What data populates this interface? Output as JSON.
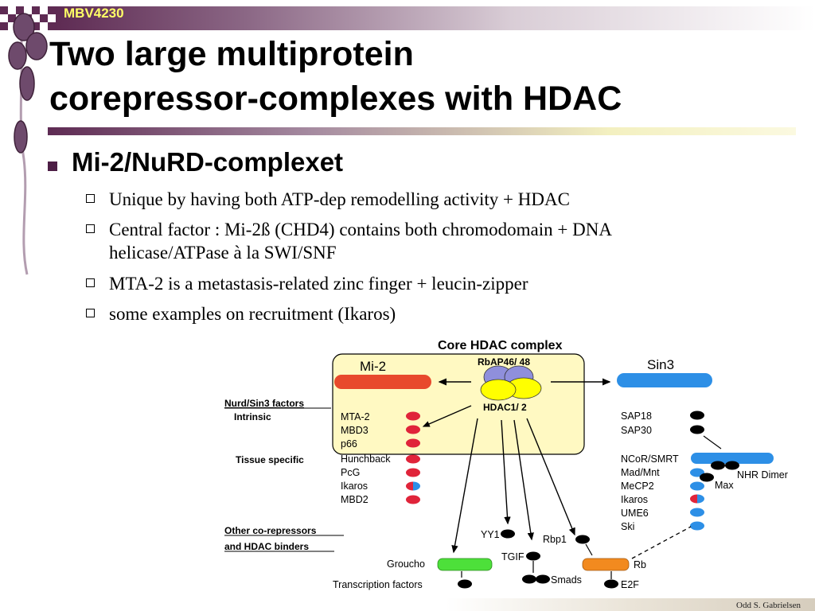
{
  "header": {
    "course_code": "MBV4230"
  },
  "slide": {
    "title_line1": "Two large multiprotein",
    "title_line2": "corepressor-complexes with HDAC",
    "bullet": "Mi-2/NuRD-complexet",
    "subbullets": [
      "Unique by having both ATP-dep remodelling activity + HDAC",
      "Central factor : Mi-2ß (CHD4) contains both chromodomain + DNA",
      "helicase/ATPase à la SWI/SNF",
      "MTA-2 is a metastasis-related zinc finger + leucin-zipper",
      "some examples on recruitment (Ikaros)"
    ]
  },
  "diagram": {
    "title": "Core  HDAC  complex",
    "mi2": "Mi-2",
    "sin3": "Sin3",
    "rbap": "RbAP46/ 48",
    "hdac": "HDAC1/ 2",
    "nurd_sin3_factors": "Nurd/Sin3   factors",
    "intrinsic": "Intrinsic",
    "tissue_specific": "Tissue   specific",
    "other_corepressors": "Other   co-repressors",
    "and_hdac_binders": "and  HDAC  binders",
    "left_factors": [
      "MTA-2",
      "MBD3",
      "p66",
      "Hunchback",
      "PcG",
      "Ikaros",
      "MBD2"
    ],
    "right_factors": [
      "SAP18",
      "SAP30",
      "NCoR/SMRT",
      "Mad/Mnt",
      "MeCP2",
      "Ikaros",
      "UME6",
      "Ski"
    ],
    "nhr_dimer": "NHR Dimer",
    "max": "Max",
    "yy1": "YY1",
    "rbp1": "Rbp1",
    "groucho": "Groucho",
    "tgif": "TGIF",
    "rb": "Rb",
    "smads": "Smads",
    "e2f": "E2F",
    "transcription_factors": "Transcription  factors"
  },
  "footer": {
    "author": "Odd S. Gabrielsen"
  },
  "colors": {
    "purple_dark": "#5e2b53",
    "bead": "#6e4a6c",
    "red_bar": "#e8492c",
    "blue_bar": "#2d8fe6",
    "green_bar": "#4de03a",
    "orange_bar": "#f28a1f",
    "core_box": "#fff9c2",
    "yellow_ellipse": "#ffff00",
    "lavender_ellipse": "#8f8fdc",
    "red_dot": "#e0243a"
  }
}
